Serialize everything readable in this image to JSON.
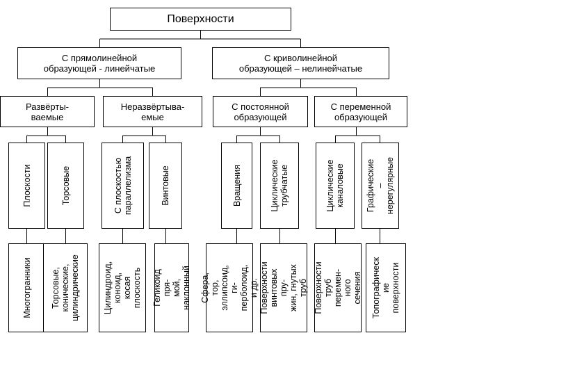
{
  "diagram": {
    "root": "Поверхности",
    "level1": [
      "С прямолинейной\nобразующей - линейчатые",
      "С криволинейной\nобразующей – нелинейчатые"
    ],
    "level2": [
      "Развёрты-\nваемые",
      "Неразвёртыва-\nемые",
      "С постоянной\nобразующей",
      "С переменной\nобразующей"
    ],
    "level3": [
      "Плоскости",
      "Торсовые",
      "С плоскостью\nпараллелизма",
      "Винтовые",
      "Вращения",
      "Циклические\nтрубчатые",
      "Циклические\nканаловые",
      "Графические –\nнерегулярные"
    ],
    "level4": [
      "Многогранники",
      "Торсовые,\nконические,\nцилиндрические",
      "Цилиндроид,\nконоид, косая\nплоскость",
      "Геликоид пря-\nмой, наклонный",
      "Сфера, тор,\nэллипсоид, ги-\nперболоид, и др.",
      "Поверхности\nвинтовых пру-\nжин, гнутых труб",
      "Поверхности\nтруб перемен-\nного сечения",
      "Топографическ\nие поверхности"
    ]
  }
}
